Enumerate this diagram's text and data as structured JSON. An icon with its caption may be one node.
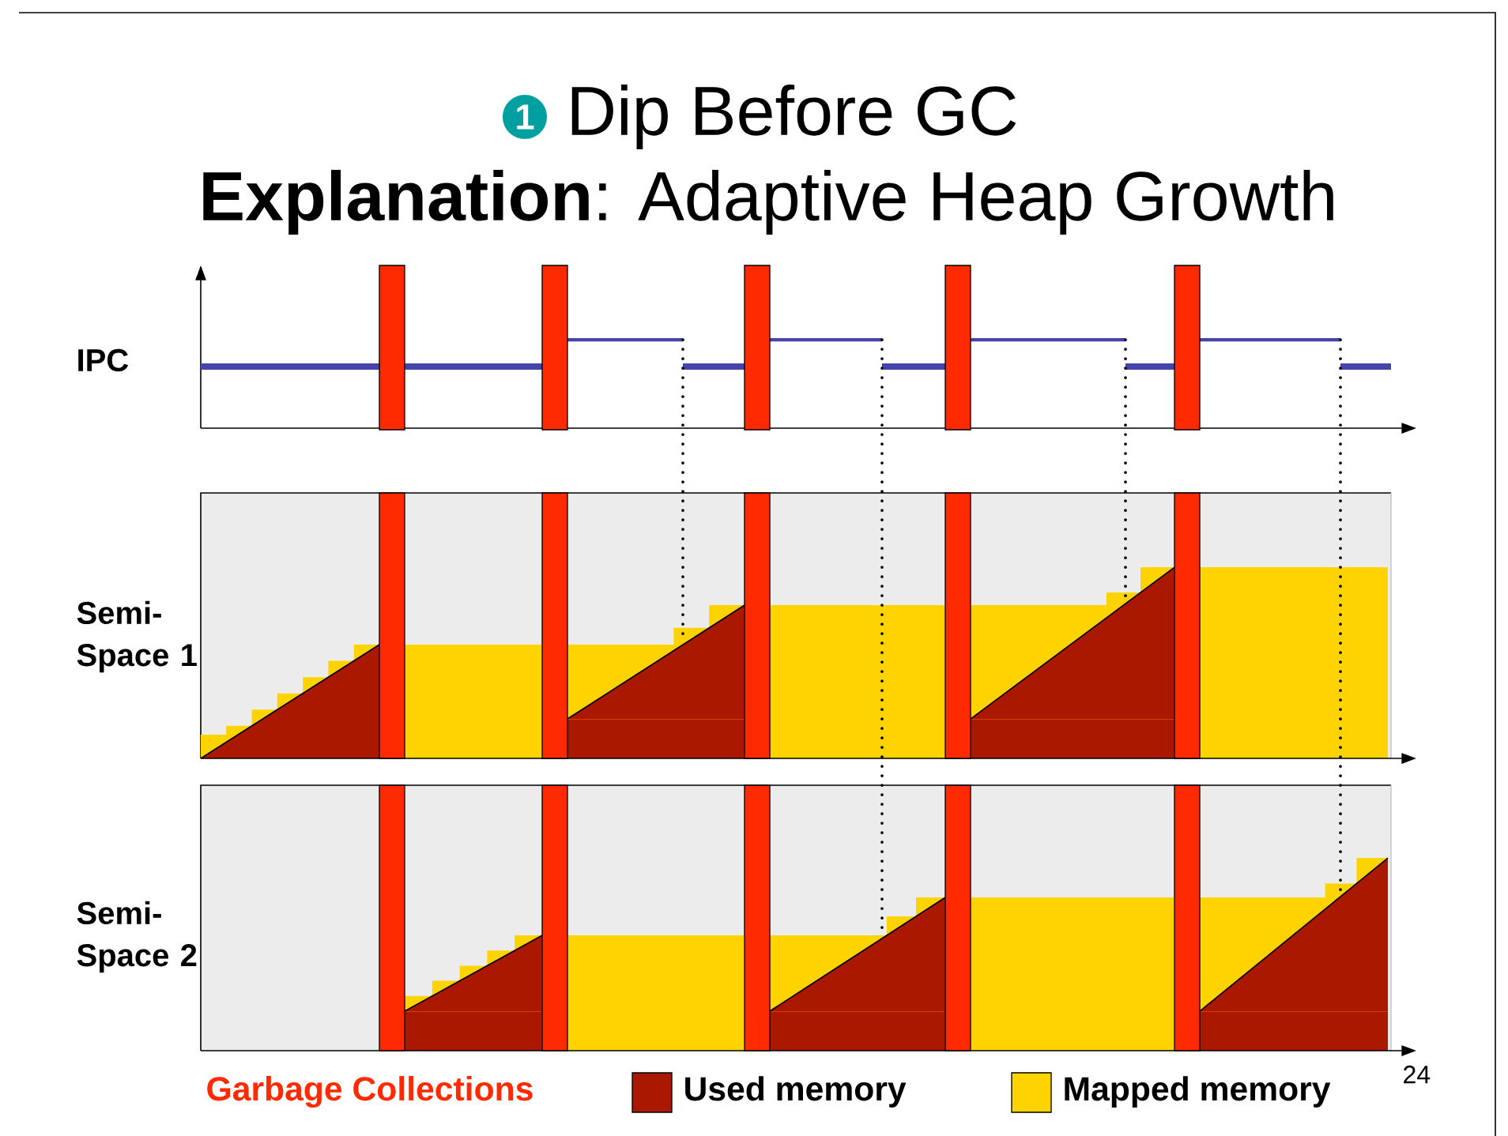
{
  "diagram": {
    "title": "Dip Before GC",
    "labels": [
      "1",
      "**Explanation**: Adaptive Heap Growth",
      "IPC",
      "Semi-Space 1",
      "Semi-Space 2",
      "24"
    ],
    "legend": [
      {
        "text": "Garbage Collections",
        "color": "#ff2a00"
      },
      {
        "text": "Used memory",
        "color": "#aa1800"
      },
      {
        "text": "Mapped memory",
        "color": "#ffd300"
      }
    ]
  }
}
